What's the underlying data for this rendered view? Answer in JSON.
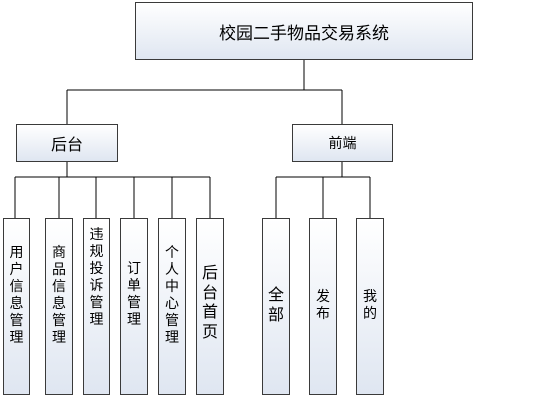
{
  "diagram": {
    "root": "校园二手物品交易系统",
    "branches": [
      {
        "label": "后台",
        "children": [
          "用户信息管理",
          "商品信息管理",
          "违规投诉管理",
          "订单管理",
          "个人中心管理",
          "后台首页"
        ]
      },
      {
        "label": "前端",
        "children": [
          "全部",
          "发布",
          "我的"
        ]
      }
    ]
  }
}
